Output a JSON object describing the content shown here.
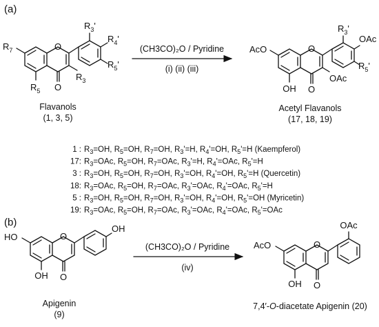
{
  "panel_a": {
    "label": "(a)",
    "reactant": {
      "name": "Flavanols",
      "ids": "(1, 3, 5)",
      "labels": {
        "r7": [
          "R",
          "7"
        ],
        "r5": [
          "R",
          "5"
        ],
        "r3": [
          "R",
          "3"
        ],
        "r3p": [
          "R",
          "3",
          "'"
        ],
        "r4p": [
          "R",
          "4",
          "'"
        ],
        "r5p": [
          "R",
          "5",
          "'"
        ],
        "o_ring": "O",
        "o_keto": "O"
      }
    },
    "reagent": "(CH3CO)₂O / Pyridine",
    "steps": "(i) (ii) (iii)",
    "product": {
      "name": "Acetyl Flavanols",
      "ids": "(17, 18, 19)",
      "labels": {
        "aco": "AcO",
        "oh": "OH",
        "o_keto": "O",
        "o_ring": "O",
        "oac3": "OAc",
        "oac4p": "OAc",
        "r3p": [
          "R",
          "3",
          "'"
        ],
        "r5p": [
          "R",
          "5",
          "'"
        ]
      }
    },
    "legend": [
      {
        "id": "1 :",
        "text": [
          "R",
          "3",
          "=OH, ",
          "R",
          "5",
          "=OH, ",
          "R",
          "7",
          "=OH, ",
          "R",
          "3",
          "'=H, ",
          "R",
          "4",
          "'=OH, ",
          "R",
          "5",
          "'=H (Kaempferol)"
        ]
      },
      {
        "id": "17:",
        "text": [
          "R",
          "3",
          "=OAc, ",
          "R",
          "5",
          "=OH, ",
          "R",
          "7",
          "=OAc, ",
          "R",
          "3",
          "'=H, ",
          "R",
          "4",
          "'=OAc, ",
          "R",
          "5",
          "'=H"
        ]
      },
      {
        "id": "3 :",
        "text": [
          "R",
          "3",
          "=OH, ",
          "R",
          "5",
          "=OH, ",
          "R",
          "7",
          "=OH, ",
          "R",
          "3",
          "'=OH, ",
          "R",
          "4",
          "'=OH, ",
          "R",
          "5",
          "'=H (Quercetin)"
        ]
      },
      {
        "id": "18:",
        "text": [
          "R",
          "3",
          "=OAc, ",
          "R",
          "5",
          "=OH, ",
          "R",
          "7",
          "=OAc, ",
          "R",
          "3",
          "'=OAc, ",
          "R",
          "4",
          "'=OAc, ",
          "R",
          "5",
          "'=H"
        ]
      },
      {
        "id": "5 :",
        "text": [
          "R",
          "3",
          "=OH, ",
          "R",
          "5",
          "=OH, ",
          "R",
          "7",
          "=OH, ",
          "R",
          "3",
          "'=OH, ",
          "R",
          "4",
          "'=OH, ",
          "R",
          "5",
          "'=OH (Myricetin)"
        ]
      },
      {
        "id": "19:",
        "text": [
          "R",
          "3",
          "=OAc, ",
          "R",
          "5",
          "=OH, ",
          "R",
          "7",
          "=OAc, ",
          "R",
          "3",
          "'=OAc, ",
          "R",
          "4",
          "'=OAc, ",
          "R",
          "5",
          "'=OAc"
        ]
      }
    ]
  },
  "panel_b": {
    "label": "(b)",
    "reactant": {
      "name": "Apigenin",
      "ids": "(9)",
      "labels": {
        "ho": "HO",
        "oh5": "OH",
        "oh4p": "OH",
        "o_keto": "O",
        "o_ring": "O"
      }
    },
    "reagent": "(CH3CO)₂O / Pyridine",
    "steps": "(iv)",
    "product": {
      "name_pre": "7,4′-",
      "name_italic": "O",
      "name_post": "-diacetate Apigenin (20)",
      "labels": {
        "aco": "AcO",
        "oh5": "OH",
        "oac4p": "OAc",
        "o_keto": "O",
        "o_ring": "O"
      }
    }
  }
}
